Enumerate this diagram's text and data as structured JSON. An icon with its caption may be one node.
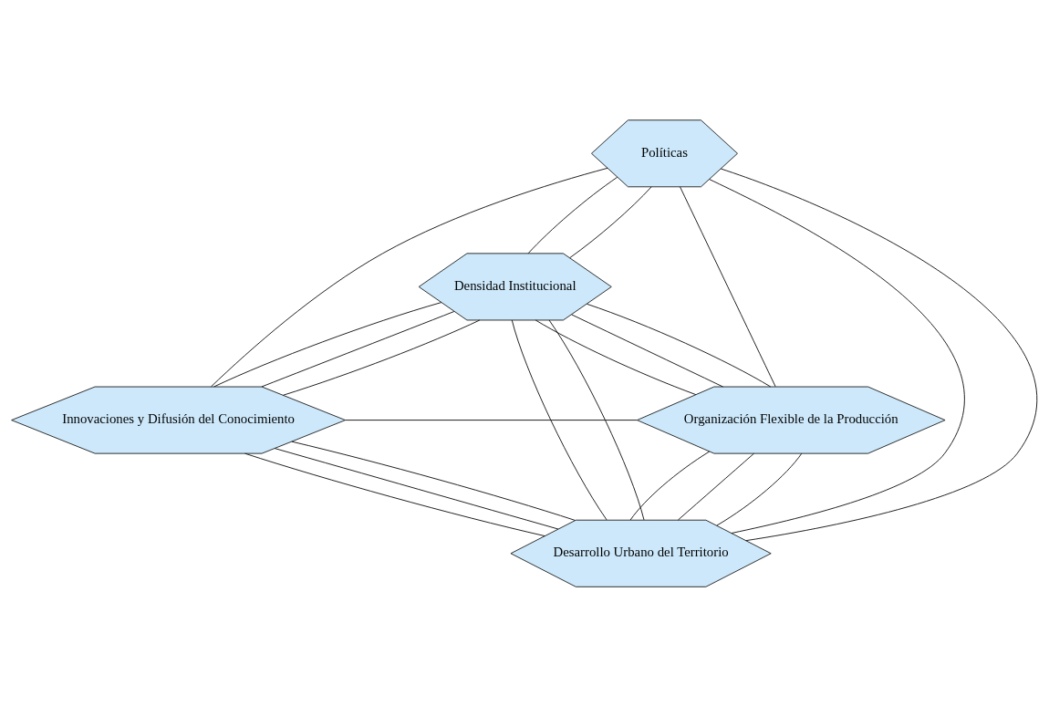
{
  "diagram": {
    "nodes": [
      {
        "text": [
          "Políticas"
        ]
      },
      {
        "text": [
          "Densidad Institucional"
        ]
      },
      {
        "text": [
          "Innovaciones y Difusión del Conocimiento"
        ]
      },
      {
        "text": [
          "Organización Flexible de la Producción"
        ]
      },
      {
        "text": [
          "Desarrollo Urbano del Territorio"
        ]
      }
    ],
    "edges": [
      {
        "from": 0,
        "to": 2,
        "arrow": "none"
      },
      {
        "from": 0,
        "to": 1,
        "arrow": "none"
      },
      {
        "from": 0,
        "to": 4,
        "arrow": "none"
      },
      {
        "from": 0,
        "to": 1,
        "arrow": "none"
      },
      {
        "from": 0,
        "to": 4,
        "arrow": "none"
      },
      {
        "from": 0,
        "to": 3,
        "arrow": "none"
      },
      {
        "from": 2,
        "to": 1,
        "arrow": "none"
      },
      {
        "from": 2,
        "to": 1,
        "arrow": "none"
      },
      {
        "from": 2,
        "to": 1,
        "arrow": "none"
      },
      {
        "from": 1,
        "to": 3,
        "arrow": "none"
      },
      {
        "from": 1,
        "to": 3,
        "arrow": "none"
      },
      {
        "from": 1,
        "to": 3,
        "arrow": "none"
      },
      {
        "from": 2,
        "to": 3,
        "arrow": "none"
      },
      {
        "from": 1,
        "to": 4,
        "arrow": "none"
      },
      {
        "from": 1,
        "to": 4,
        "arrow": "none"
      },
      {
        "from": 2,
        "to": 4,
        "arrow": "none"
      },
      {
        "from": 2,
        "to": 4,
        "arrow": "none"
      },
      {
        "from": 2,
        "to": 4,
        "arrow": "none"
      },
      {
        "from": 3,
        "to": 4,
        "arrow": "none"
      },
      {
        "from": 3,
        "to": 4,
        "arrow": "none"
      },
      {
        "from": 3,
        "to": 4,
        "arrow": "none"
      }
    ]
  }
}
